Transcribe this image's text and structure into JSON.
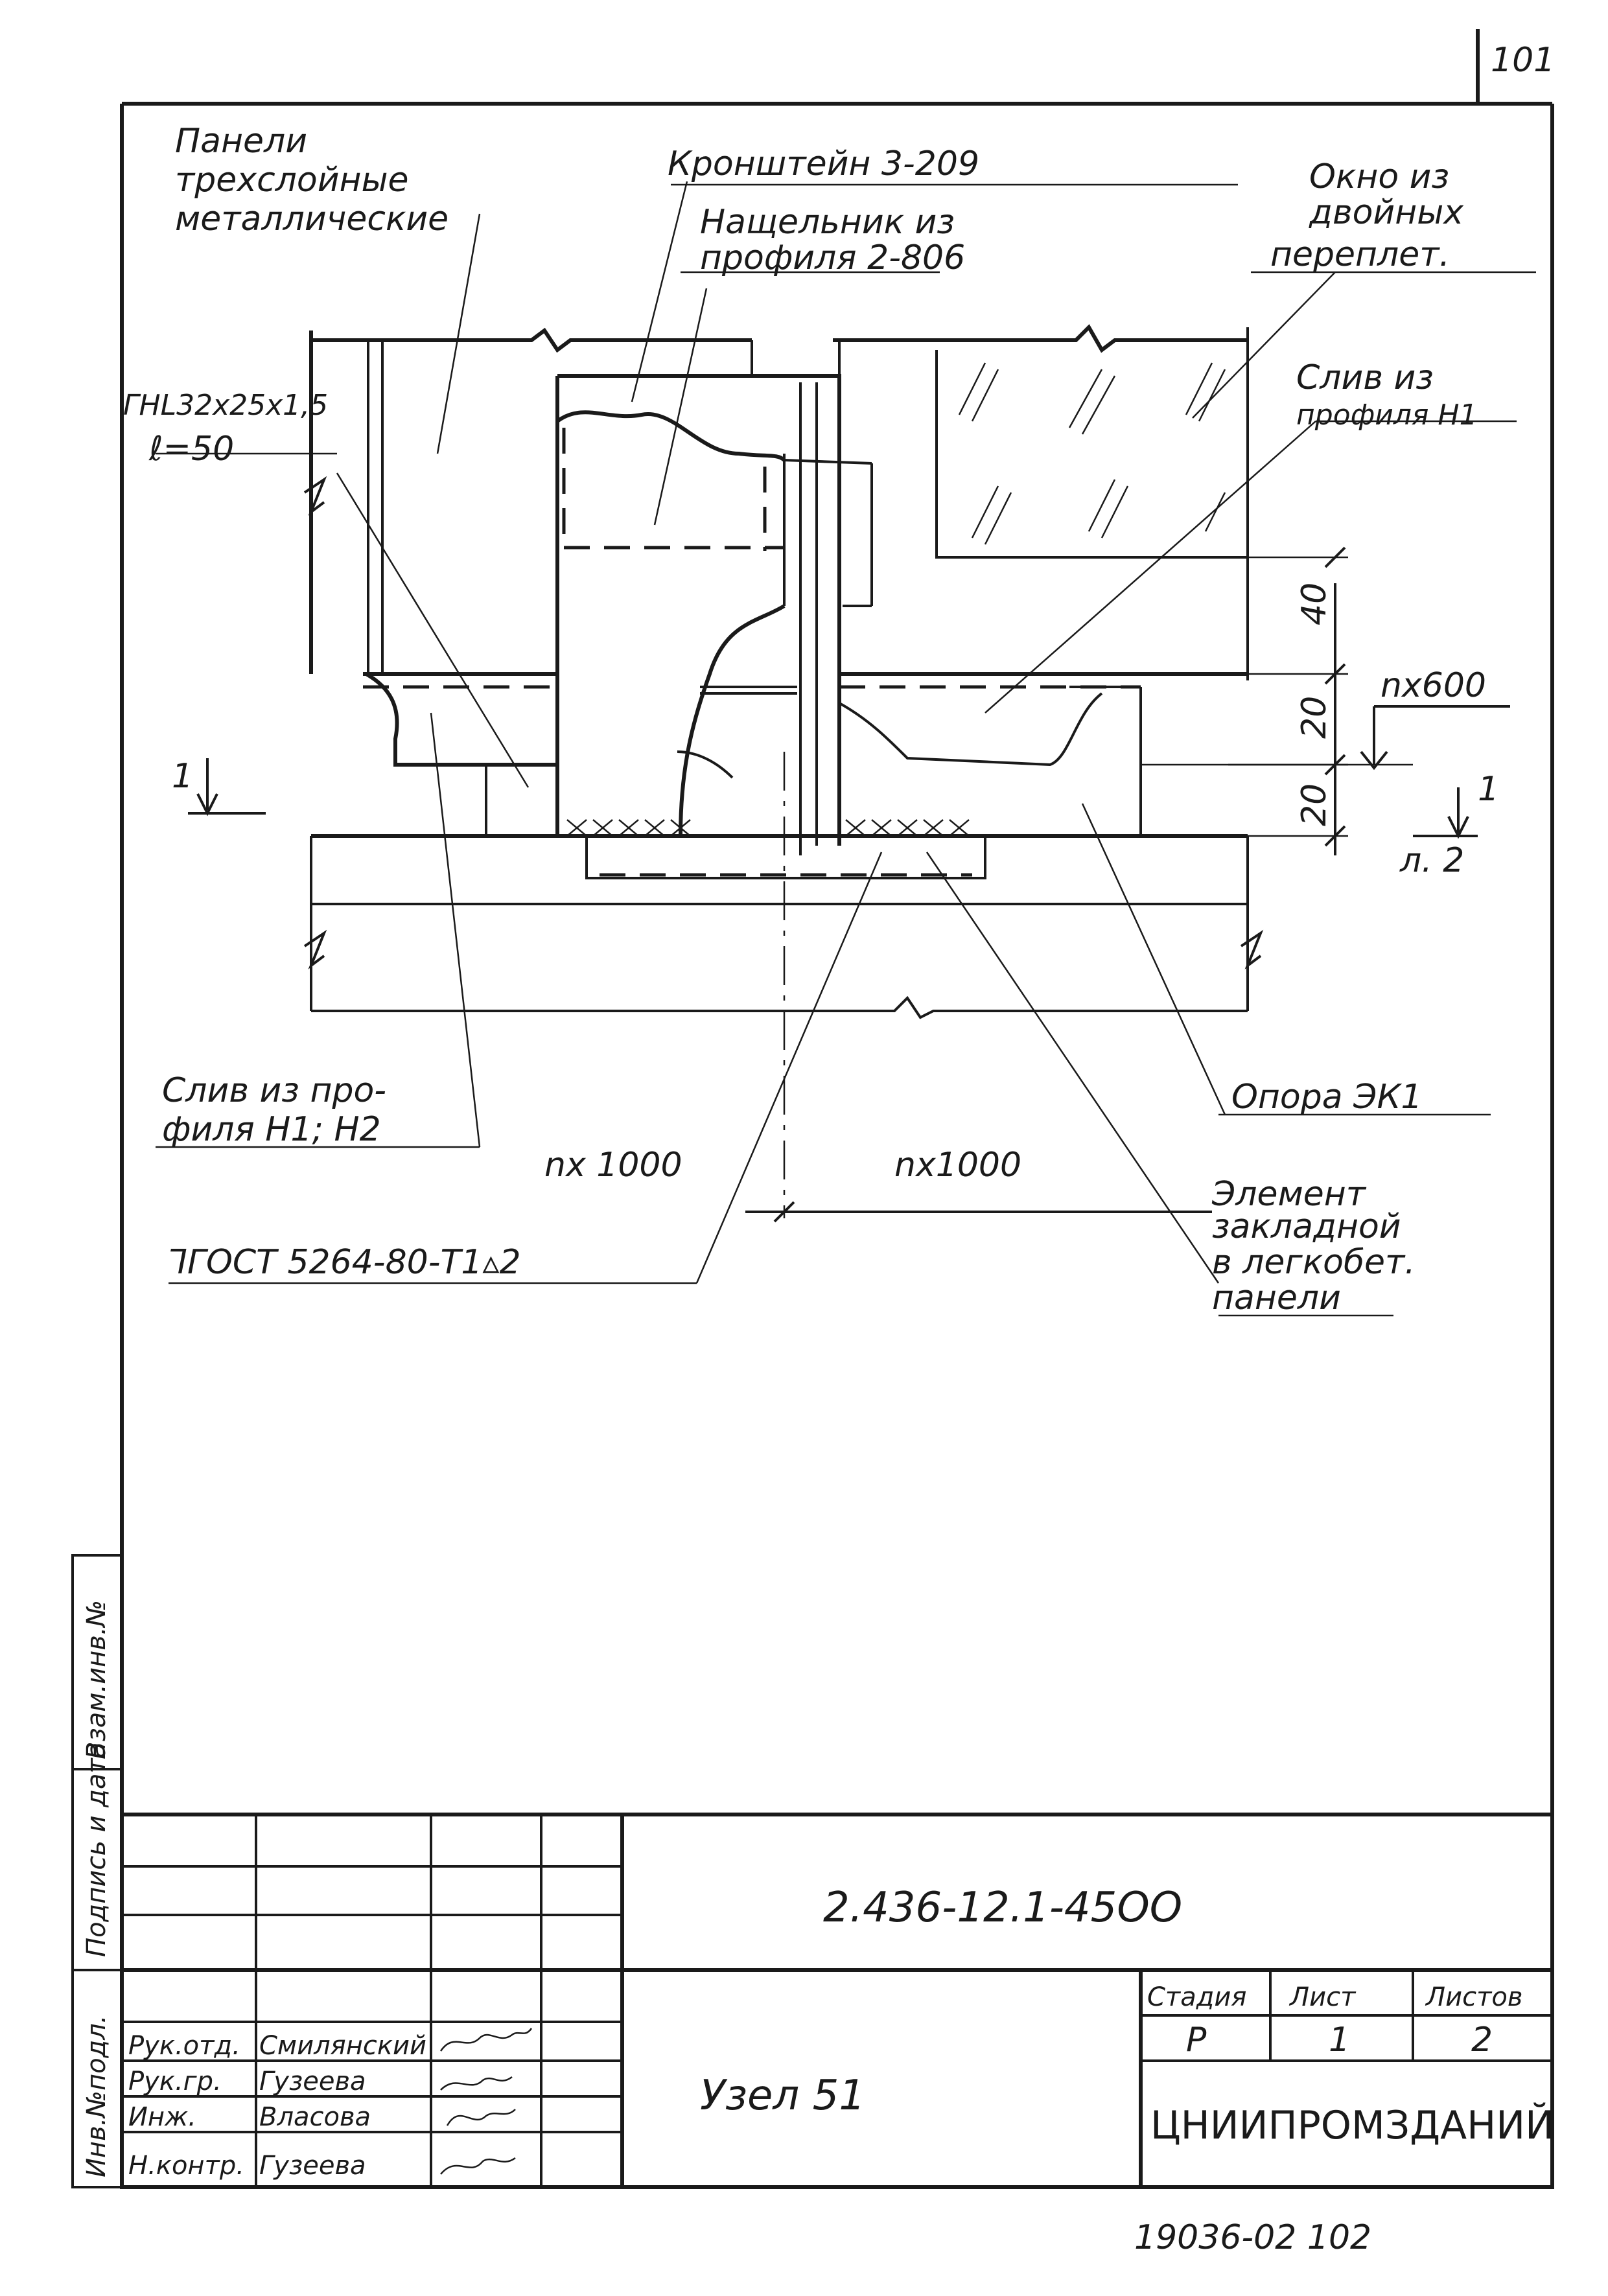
{
  "page_number": "101",
  "labels": {
    "panels_l1": "Панели",
    "panels_l2": "трехслойные",
    "panels_l3": "металлические",
    "bracket": "Кронштейн 3-209",
    "batten_l1": "Нащельник из",
    "batten_l2": "профиля 2-806",
    "window_l1": "Окно из",
    "window_l2": "двойных",
    "window_l3": "переплет.",
    "angle_l1": "ГНL32x25x1,5",
    "angle_l2": "ℓ=50",
    "drip_top_l1": "Слив из",
    "drip_top_l2": "профиля Н1",
    "drip_bottom_l1": "Слив из про-",
    "drip_bottom_l2": "филя Н1; Н2",
    "support": "Опора ЭК1",
    "embedded_l1": "Элемент",
    "embedded_l2": "закладной",
    "embedded_l3": "в легкобет.",
    "embedded_l4": "панели",
    "weld": "⅂ГОСТ 5264-80-Т1▵2"
  },
  "dimensions": {
    "d40": "40",
    "d20a": "20",
    "d20b": "20",
    "n600": "nx600",
    "n1000_left": "nx 1000",
    "n1000_right": "nx1000",
    "section_mark": "1",
    "section_mark_right": "1",
    "sheet_ref": "л. 2"
  },
  "title_block": {
    "side_labels": [
      "Инв.№подл.",
      "Подпись и дата",
      "Взам.инв.№"
    ],
    "doc_code": "2.436-12.1-45ОО",
    "node_title": "Узел 51",
    "stage_header": "Стадия",
    "sheet_header": "Лист",
    "sheets_header": "Листов",
    "stage": "Р",
    "sheet": "1",
    "sheets": "2",
    "organization": "ЦНИИПРОМЗДАНИЙ",
    "roles": [
      "Рук.отд.",
      "Рук.гр.",
      "Инж.",
      "Н.контр."
    ],
    "names": [
      "Смилянский",
      "Гузеева",
      "Власова",
      "Гузеева"
    ]
  },
  "footer": "19036-02    102"
}
